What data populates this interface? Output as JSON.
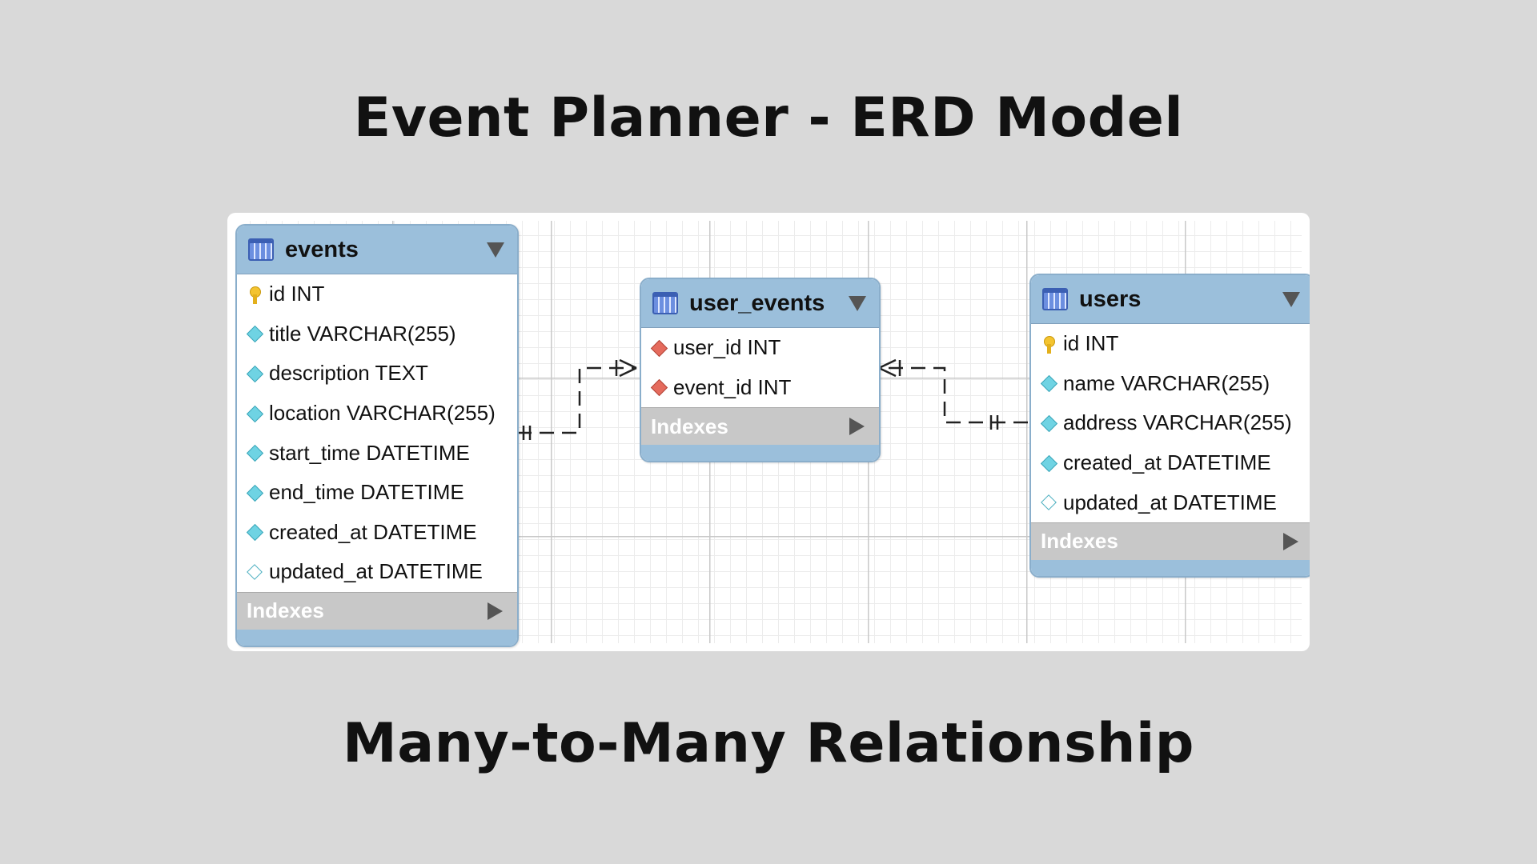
{
  "title": "Event Planner - ERD Model",
  "subtitle": "Many-to-Many Relationship",
  "indexes_label": "Indexes",
  "colors": {
    "background": "#d9d9d9",
    "header": "#9bbfdb",
    "indexes_bar": "#c8c8c8",
    "pk_key": "#f4c430",
    "attribute_diamond": "#6fd3e3",
    "fk_diamond": "#e56b5d"
  },
  "tables": {
    "events": {
      "name": "events",
      "columns": [
        {
          "text": "id INT",
          "icon": "primary-key-icon"
        },
        {
          "text": "title VARCHAR(255)",
          "icon": "column-diamond-icon"
        },
        {
          "text": "description TEXT",
          "icon": "column-diamond-icon"
        },
        {
          "text": "location VARCHAR(255)",
          "icon": "column-diamond-icon"
        },
        {
          "text": "start_time DATETIME",
          "icon": "column-diamond-icon"
        },
        {
          "text": "end_time DATETIME",
          "icon": "column-diamond-icon"
        },
        {
          "text": "created_at DATETIME",
          "icon": "column-diamond-icon"
        },
        {
          "text": "updated_at DATETIME",
          "icon": "nullable-column-diamond-icon"
        }
      ]
    },
    "user_events": {
      "name": "user_events",
      "columns": [
        {
          "text": "user_id INT",
          "icon": "foreign-key-diamond-icon"
        },
        {
          "text": "event_id INT",
          "icon": "foreign-key-diamond-icon"
        }
      ]
    },
    "users": {
      "name": "users",
      "columns": [
        {
          "text": "id INT",
          "icon": "primary-key-icon"
        },
        {
          "text": "name VARCHAR(255)",
          "icon": "column-diamond-icon"
        },
        {
          "text": "address VARCHAR(255)",
          "icon": "column-diamond-icon"
        },
        {
          "text": "created_at DATETIME",
          "icon": "column-diamond-icon"
        },
        {
          "text": "updated_at DATETIME",
          "icon": "nullable-column-diamond-icon"
        }
      ]
    }
  },
  "relationships": [
    {
      "from": "events",
      "to": "user_events",
      "from_cardinality": "one-and-only-one",
      "to_cardinality": "one-or-many"
    },
    {
      "from": "users",
      "to": "user_events",
      "from_cardinality": "one-and-only-one",
      "to_cardinality": "one-or-many"
    }
  ]
}
